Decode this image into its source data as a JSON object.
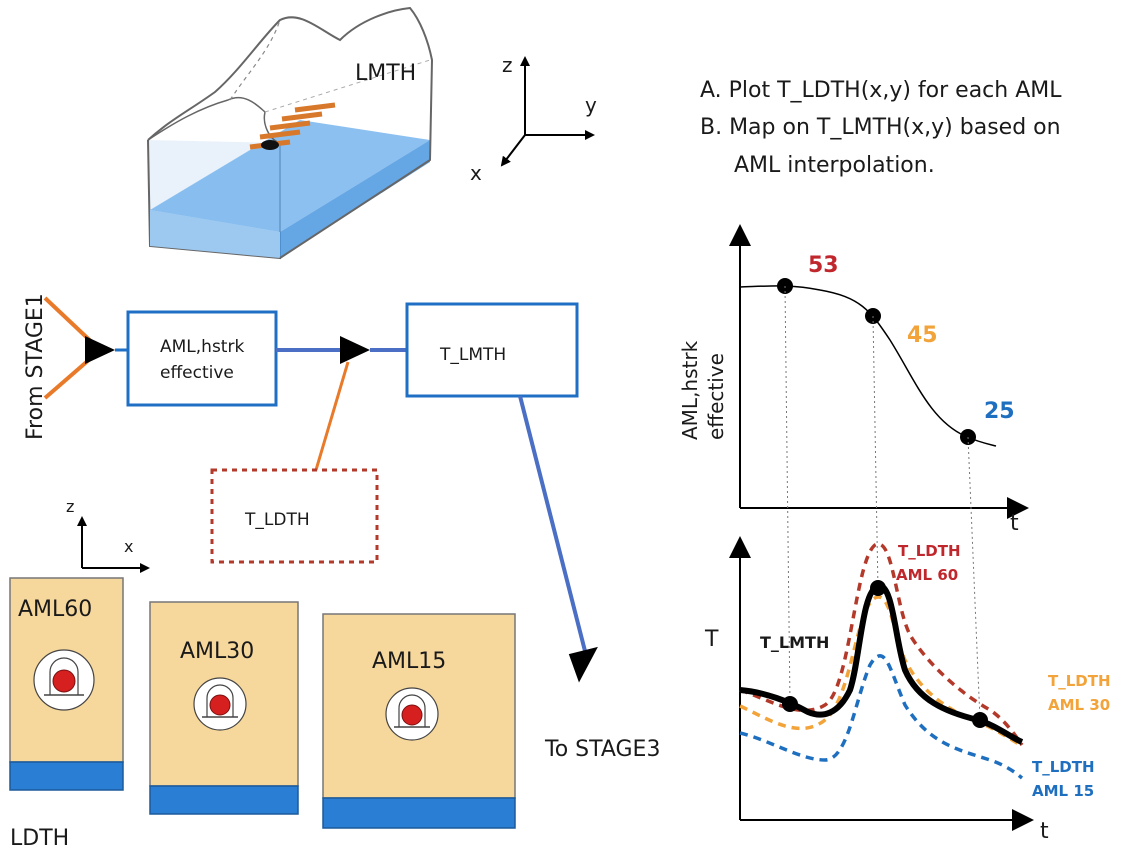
{
  "labels": {
    "lmth": "LMTH",
    "axis_z": "z",
    "axis_y": "y",
    "axis_x": "x",
    "from_stage1": "From STAGE1",
    "aml_box_line1": "AML,hstrk",
    "aml_box_line2": "effective",
    "t_lmth_box": "T_LMTH",
    "t_ldth_box": "T_LDTH",
    "to_stage3": "To STAGE3",
    "ldth": "LDTH",
    "small_axis_z": "z",
    "small_axis_x": "x"
  },
  "steps": {
    "a": "A. Plot T_LDTH(x,y) for each AML",
    "b_line1": "B. Map on  T_LMTH(x,y) based on",
    "b_line2": "AML interpolation."
  },
  "cross_sections": [
    {
      "label": "AML60"
    },
    {
      "label": "AML30"
    },
    {
      "label": "AML15"
    }
  ],
  "colors": {
    "box_blue": "#1f6fc4",
    "line_blue": "#4a6fc4",
    "orange": "#e87a2a",
    "red_dashed": "#b33a2a",
    "sand": "#f6d79c",
    "water": "#2a7fd4",
    "red_core": "#d62020",
    "label_53": "#c0272d",
    "label_45": "#f2a33a",
    "label_25": "#1e6fbf"
  },
  "chart_data": [
    {
      "type": "line",
      "xlabel": "t",
      "ylabel": "AML,hstrk effective",
      "annotated_points": [
        {
          "label": "53",
          "color": "#c0272d"
        },
        {
          "label": "45",
          "color": "#f2a33a"
        },
        {
          "label": "25",
          "color": "#1e6fbf"
        }
      ]
    },
    {
      "type": "line",
      "xlabel": "t",
      "ylabel": "T",
      "series": [
        {
          "name": "T_LMTH",
          "style": "solid",
          "color": "#000000"
        },
        {
          "name": "T_LDTH AML 60",
          "style": "dashed",
          "color": "#c0272d"
        },
        {
          "name": "T_LDTH AML 30",
          "style": "dashed",
          "color": "#f2a33a"
        },
        {
          "name": "T_LDTH AML 15",
          "style": "dashed",
          "color": "#1e6fbf"
        }
      ],
      "series_label_lines": {
        "lmth": "T_LMTH",
        "aml60_l1": "T_LDTH",
        "aml60_l2": "AML 60",
        "aml30_l1": "T_LDTH",
        "aml30_l2": "AML 30",
        "aml15_l1": "T_LDTH",
        "aml15_l2": "AML 15"
      }
    }
  ]
}
